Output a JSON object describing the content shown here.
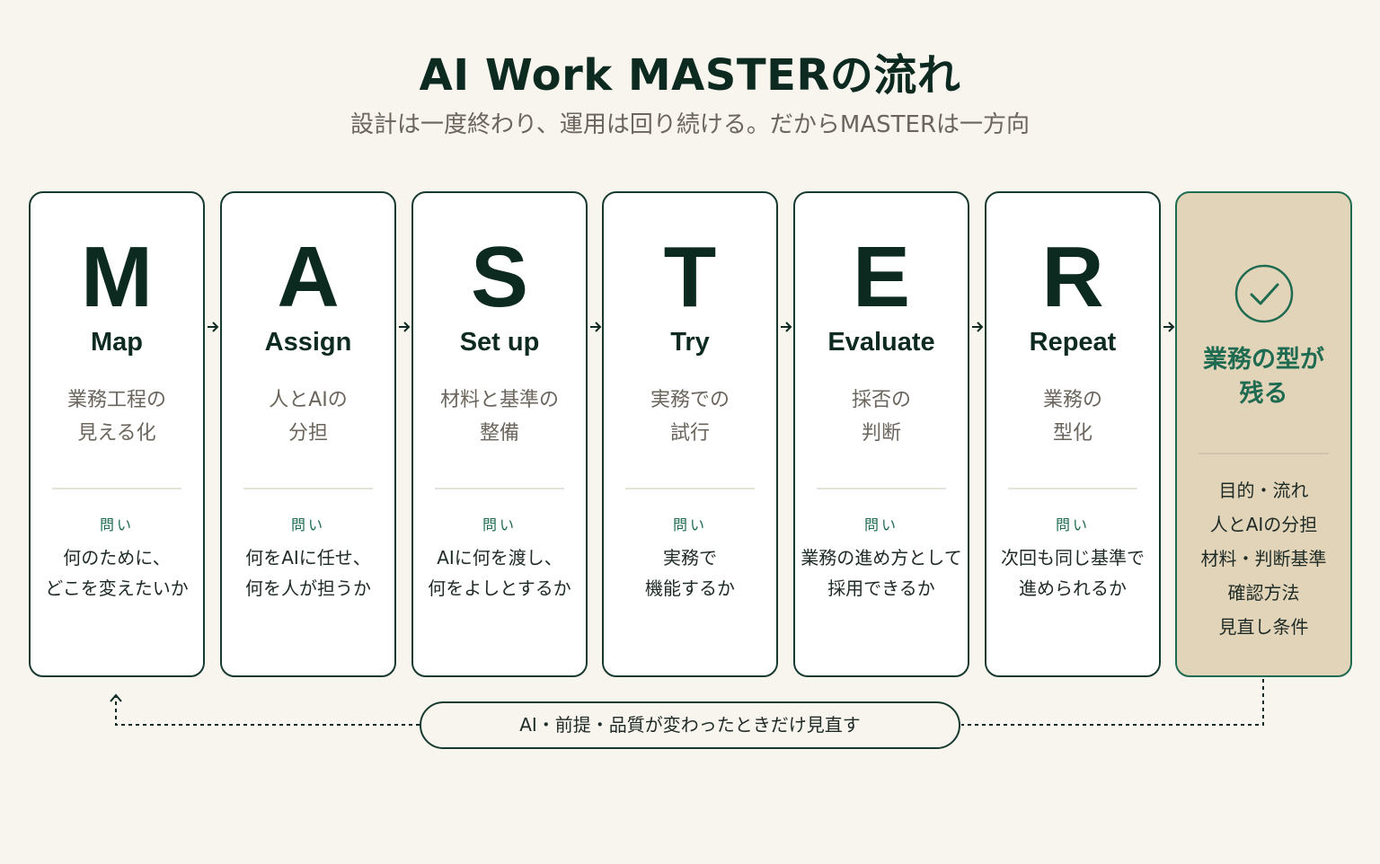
{
  "title": "AI Work MASTERの流れ",
  "subtitle": "設計は一度終わり、運用は回り続ける。だからMASTERは一方向",
  "question_label": "問い",
  "steps": [
    {
      "letter": "M",
      "word": "Map",
      "desc": "業務工程の\n見える化",
      "question": "何のために、\nどこを変えたいか"
    },
    {
      "letter": "A",
      "word": "Assign",
      "desc": "人とAIの\n分担",
      "question": "何をAIに任せ、\n何を人が担うか"
    },
    {
      "letter": "S",
      "word": "Set up",
      "desc": "材料と基準の\n整備",
      "question": "AIに何を渡し、\n何をよしとするか"
    },
    {
      "letter": "T",
      "word": "Try",
      "desc": "実務での\n試行",
      "question": "実務で\n機能するか"
    },
    {
      "letter": "E",
      "word": "Evaluate",
      "desc": "採否の\n判断",
      "question": "業務の進め方として\n採用できるか"
    },
    {
      "letter": "R",
      "word": "Repeat",
      "desc": "業務の\n型化",
      "question": "次回も同じ基準で\n進められるか"
    }
  ],
  "result": {
    "title": "業務の型が\n残る",
    "icon": "check-circle-icon",
    "items": [
      "目的・流れ",
      "人とAIの分担",
      "材料・判断基準",
      "確認方法",
      "見直し条件"
    ]
  },
  "loop_label": "AI・前提・品質が変わったときだけ見直す",
  "colors": {
    "background": "#f8f4ee",
    "card_border": "#173a30",
    "accent_green": "#1f6b52",
    "result_fill": "#e2d4b8"
  }
}
